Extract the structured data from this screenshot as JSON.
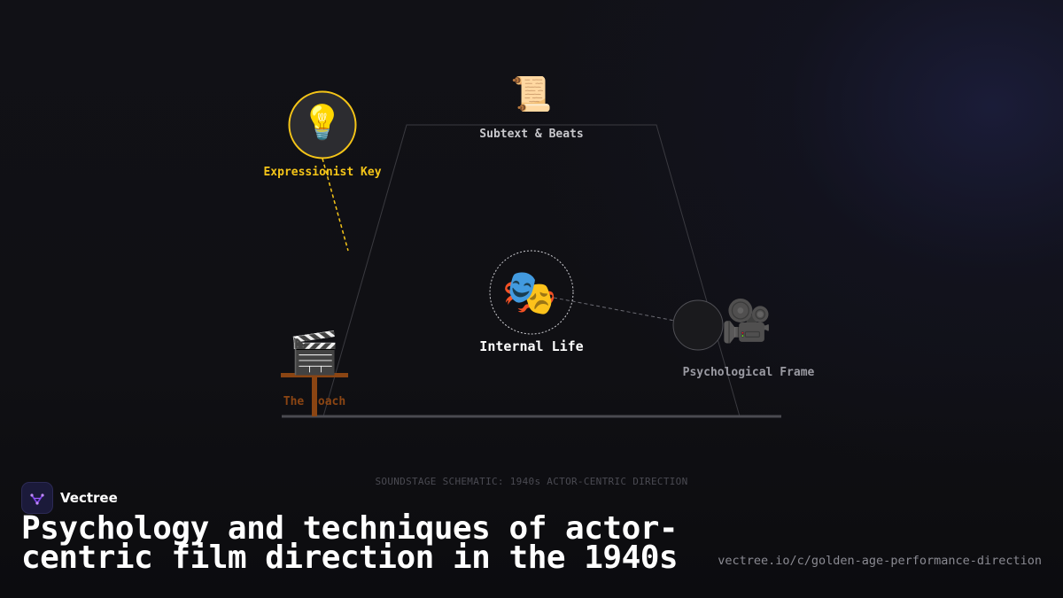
{
  "diagram": {
    "caption": "SOUNDSTAGE SCHEMATIC: 1940s ACTOR-CENTRIC DIRECTION",
    "nodes": {
      "expressionist_key": {
        "label": "Expressionist Key",
        "icon": "lightbulb-icon",
        "glyph": "💡",
        "color": "#f5c518"
      },
      "subtext_beats": {
        "label": "Subtext & Beats",
        "icon": "scroll-icon",
        "glyph": "📜",
        "color": "#c8c8cc"
      },
      "internal_life": {
        "label": "Internal Life",
        "icon": "theater-masks-icon",
        "glyph": "🎭",
        "color": "#ffffff"
      },
      "psychological_frame": {
        "label": "Psychological Frame",
        "icon": "movie-camera-icon",
        "glyph": "🎥",
        "color": "#9a9aa2"
      },
      "the_coach": {
        "label": "The Coach",
        "icon": "clapperboard-icon",
        "glyph": "🎬",
        "color": "#8b4513"
      }
    }
  },
  "brand": {
    "name": "Vectree",
    "accent": "#7b3fe4"
  },
  "headline": "Psychology and techniques of actor-centric film direction in the 1940s",
  "url": "vectree.io/c/golden-age-performance-direction"
}
